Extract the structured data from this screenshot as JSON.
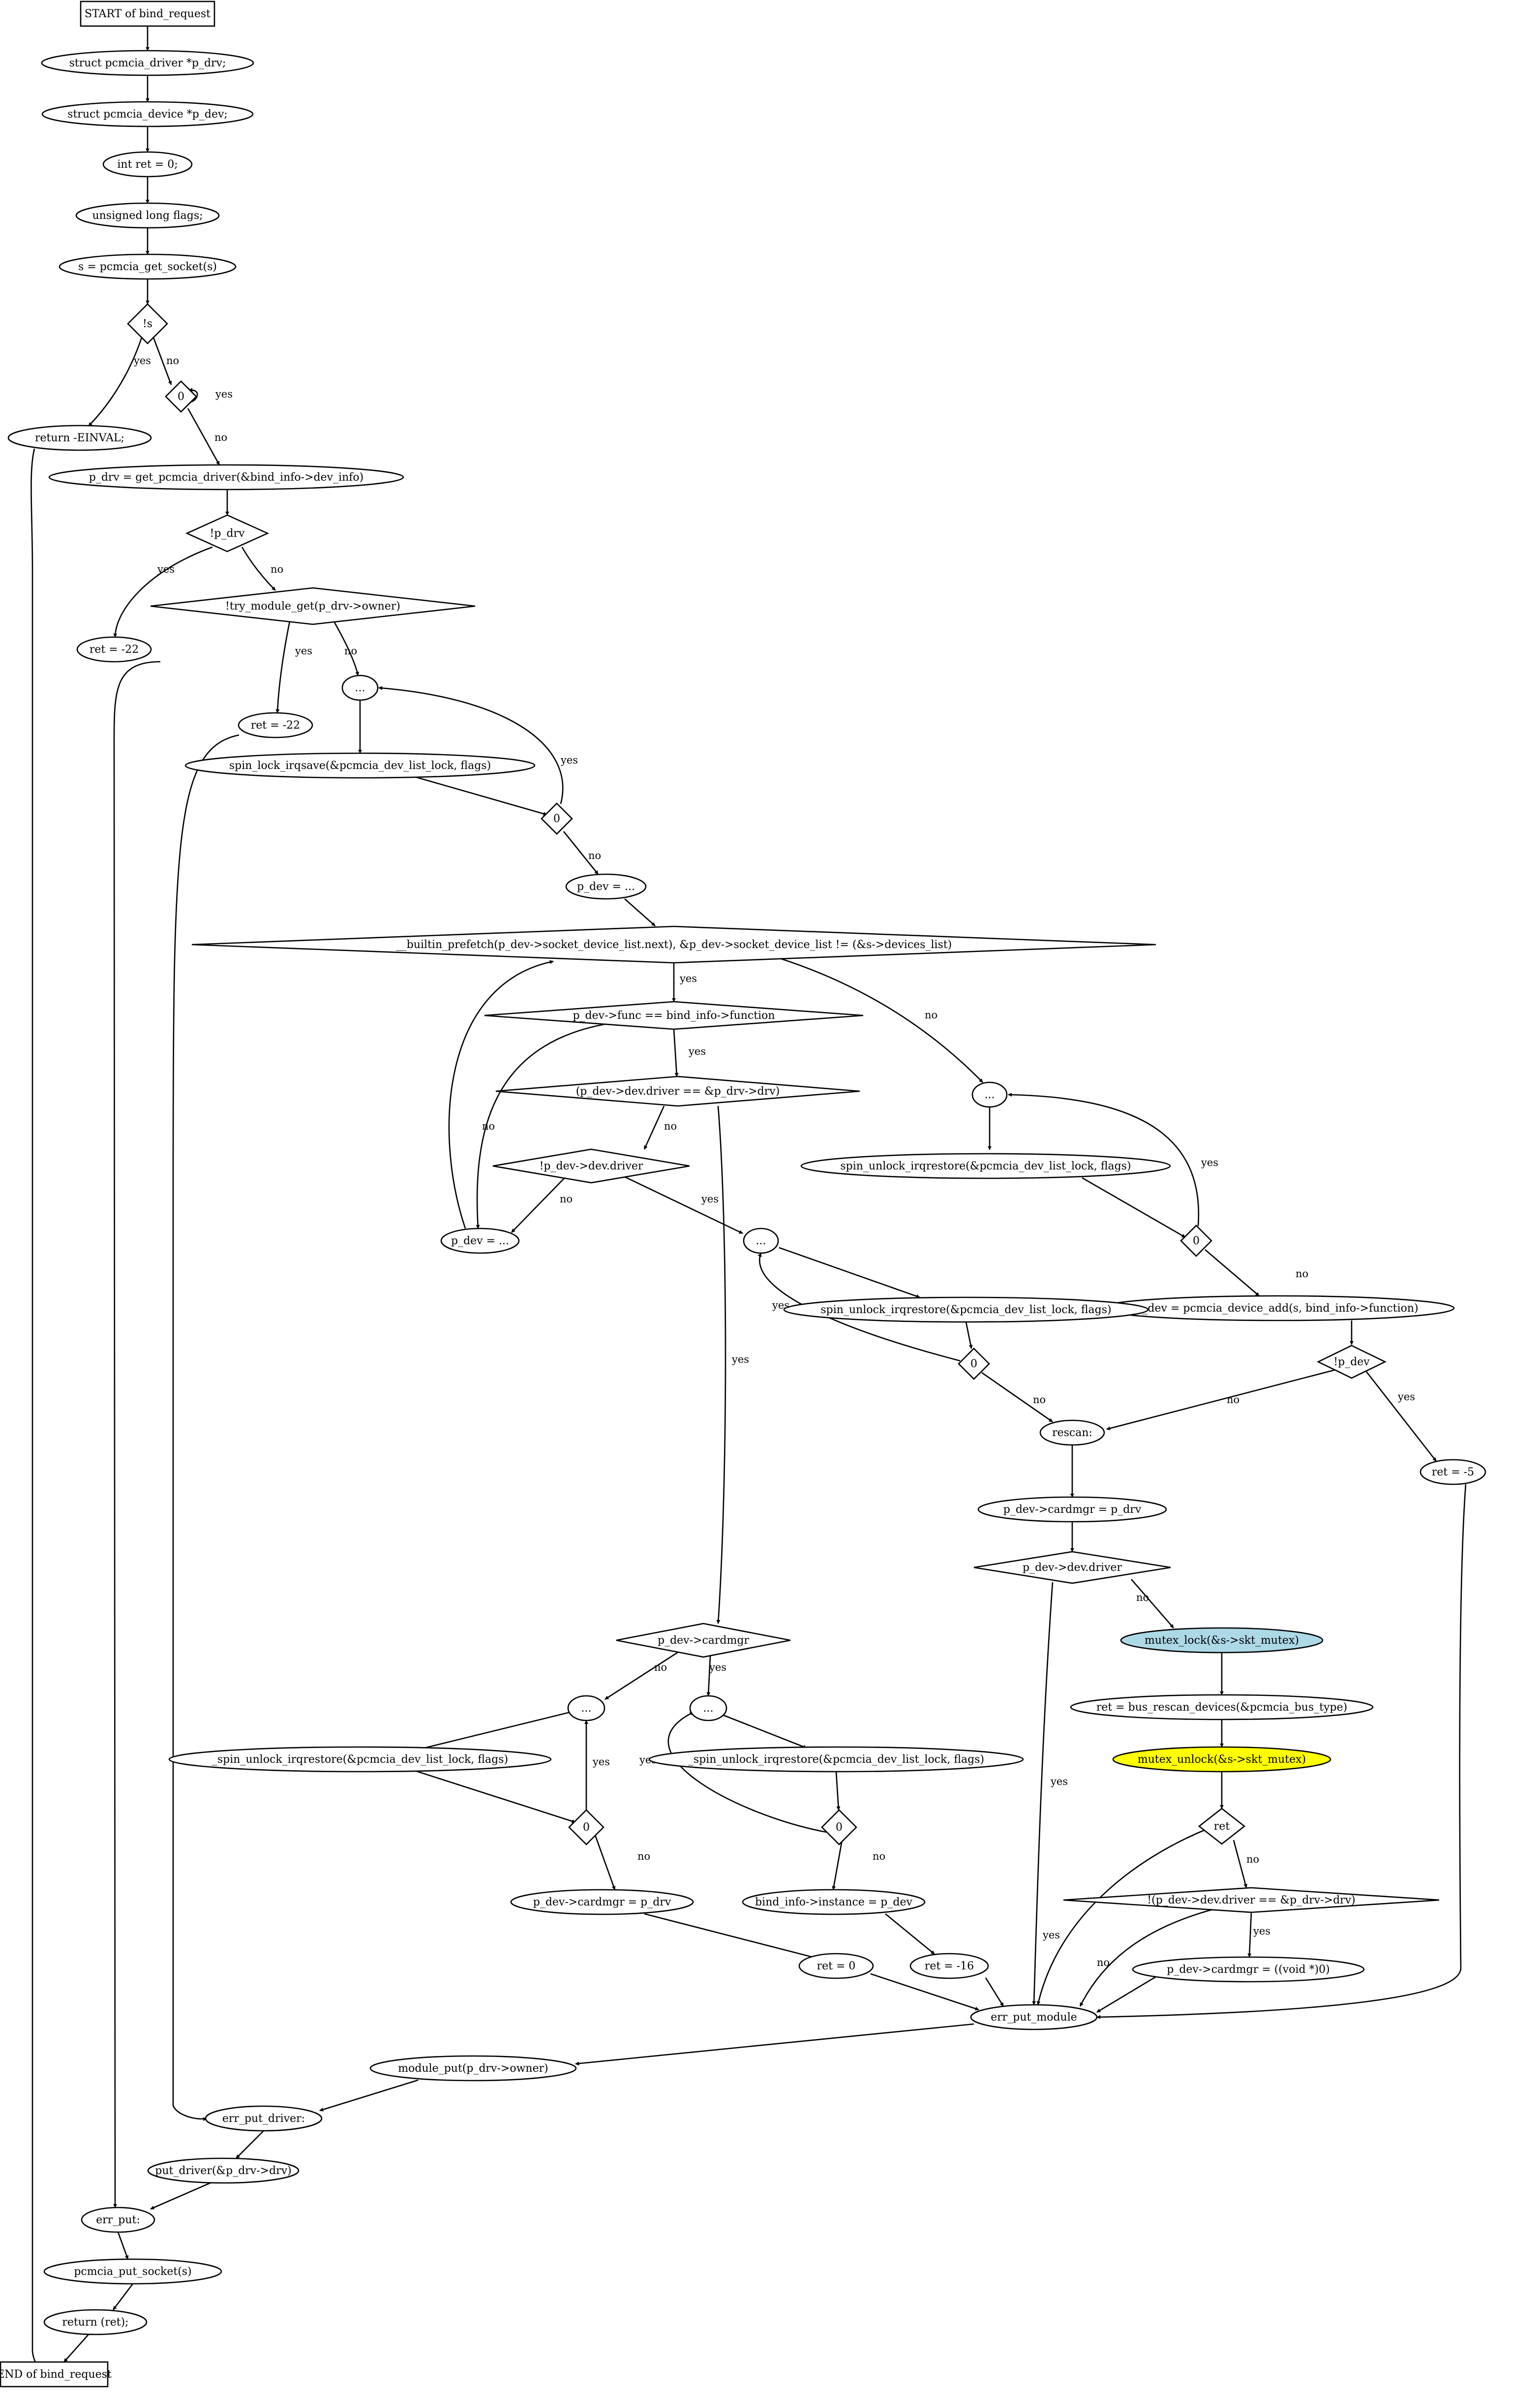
{
  "nodes": {
    "start": {
      "label": "START of bind_request",
      "shape": "box"
    },
    "n1": {
      "label": "struct pcmcia_driver *p_drv;",
      "shape": "ellipse"
    },
    "n2": {
      "label": "struct pcmcia_device *p_dev;",
      "shape": "ellipse"
    },
    "n3": {
      "label": "int ret = 0;",
      "shape": "ellipse"
    },
    "n4": {
      "label": "unsigned long flags;",
      "shape": "ellipse"
    },
    "n5": {
      "label": "s = pcmcia_get_socket(s)",
      "shape": "ellipse"
    },
    "d1": {
      "label": "!s",
      "shape": "diamond"
    },
    "d2": {
      "label": "0",
      "shape": "diamond"
    },
    "r1": {
      "label": "return -EINVAL;",
      "shape": "ellipse"
    },
    "n6": {
      "label": "p_drv = get_pcmcia_driver(&bind_info->dev_info)",
      "shape": "ellipse"
    },
    "d3": {
      "label": "!p_drv",
      "shape": "diamond"
    },
    "d4": {
      "label": "!try_module_get(p_drv->owner)",
      "shape": "diamond"
    },
    "ret22a": {
      "label": "ret = -22",
      "shape": "ellipse"
    },
    "e1": {
      "label": "...",
      "shape": "ellipse"
    },
    "ret22b": {
      "label": "ret = -22",
      "shape": "ellipse"
    },
    "lock1": {
      "label": "spin_lock_irqsave(&pcmcia_dev_list_lock, flags)",
      "shape": "ellipse"
    },
    "d5": {
      "label": "0",
      "shape": "diamond"
    },
    "pdev1": {
      "label": "p_dev = ...",
      "shape": "ellipse"
    },
    "d6": {
      "label": "__builtin_prefetch(p_dev->socket_device_list.next), &p_dev->socket_device_list != (&s->devices_list)",
      "shape": "diamond"
    },
    "d7": {
      "label": "p_dev->func == bind_info->function",
      "shape": "diamond"
    },
    "d8": {
      "label": "(p_dev->dev.driver == &p_drv->drv)",
      "shape": "diamond"
    },
    "d9": {
      "label": "!p_dev->dev.driver",
      "shape": "diamond"
    },
    "pdev2": {
      "label": "p_dev = ...",
      "shape": "ellipse"
    },
    "e2": {
      "label": "...",
      "shape": "ellipse"
    },
    "unlock1": {
      "label": "spin_unlock_irqrestore(&pcmcia_dev_list_lock, flags)",
      "shape": "ellipse"
    },
    "d10": {
      "label": "0",
      "shape": "diamond"
    },
    "add": {
      "label": "p_dev = pcmcia_device_add(s, bind_info->function)",
      "shape": "ellipse"
    },
    "d11": {
      "label": "!p_dev",
      "shape": "diamond"
    },
    "ret5": {
      "label": "ret = -5",
      "shape": "ellipse"
    },
    "e3": {
      "label": "...",
      "shape": "ellipse"
    },
    "unlock2": {
      "label": "spin_unlock_irqrestore(&pcmcia_dev_list_lock, flags)",
      "shape": "ellipse"
    },
    "d12": {
      "label": "0",
      "shape": "diamond"
    },
    "rescan": {
      "label": "rescan:",
      "shape": "ellipse"
    },
    "cm1": {
      "label": "p_dev->cardmgr = p_drv",
      "shape": "ellipse"
    },
    "d13": {
      "label": "p_dev->dev.driver",
      "shape": "diamond"
    },
    "mlock": {
      "label": "mutex_lock(&s->skt_mutex)",
      "shape": "ellipse"
    },
    "bus": {
      "label": "ret = bus_rescan_devices(&pcmcia_bus_type)",
      "shape": "ellipse"
    },
    "munlock": {
      "label": "mutex_unlock(&s->skt_mutex)",
      "shape": "ellipse"
    },
    "d14": {
      "label": "ret",
      "shape": "diamond"
    },
    "d15": {
      "label": "!(p_dev->dev.driver == &p_drv->drv)",
      "shape": "diamond"
    },
    "cmvoid": {
      "label": "p_dev->cardmgr = ((void *)0)",
      "shape": "ellipse"
    },
    "d16": {
      "label": "p_dev->cardmgr",
      "shape": "diamond"
    },
    "e4": {
      "label": "...",
      "shape": "ellipse"
    },
    "e5": {
      "label": "...",
      "shape": "ellipse"
    },
    "unlock3": {
      "label": "_spin_unlock_irqrestore(&pcmcia_dev_list_lock, flags)",
      "shape": "ellipse"
    },
    "unlock4": {
      "label": "_spin_unlock_irqrestore(&pcmcia_dev_list_lock, flags)",
      "shape": "ellipse"
    },
    "d17": {
      "label": "0",
      "shape": "diamond"
    },
    "d18": {
      "label": "0",
      "shape": "diamond"
    },
    "cm2": {
      "label": "p_dev->cardmgr = p_drv",
      "shape": "ellipse"
    },
    "inst": {
      "label": "bind_info->instance = p_dev",
      "shape": "ellipse"
    },
    "ret0": {
      "label": "ret = 0",
      "shape": "ellipse"
    },
    "ret16": {
      "label": "ret = -16",
      "shape": "ellipse"
    },
    "epm": {
      "label": "err_put_module",
      "shape": "ellipse"
    },
    "mput": {
      "label": "module_put(p_drv->owner)",
      "shape": "ellipse"
    },
    "epd": {
      "label": "err_put_driver:",
      "shape": "ellipse"
    },
    "putdrv": {
      "label": "put_driver(&p_drv->drv)",
      "shape": "ellipse"
    },
    "ep": {
      "label": "err_put:",
      "shape": "ellipse"
    },
    "pput": {
      "label": "pcmcia_put_socket(s)",
      "shape": "ellipse"
    },
    "retret": {
      "label": "return (ret);",
      "shape": "ellipse"
    },
    "end": {
      "label": "END of bind_request",
      "shape": "box"
    }
  },
  "edge_labels": {
    "yes": "yes",
    "no": "no"
  },
  "colors": {
    "mutex_lock_fill": "#add8e6",
    "mutex_unlock_fill": "#ffff00",
    "stroke": "#000000",
    "background": "#ffffff"
  }
}
